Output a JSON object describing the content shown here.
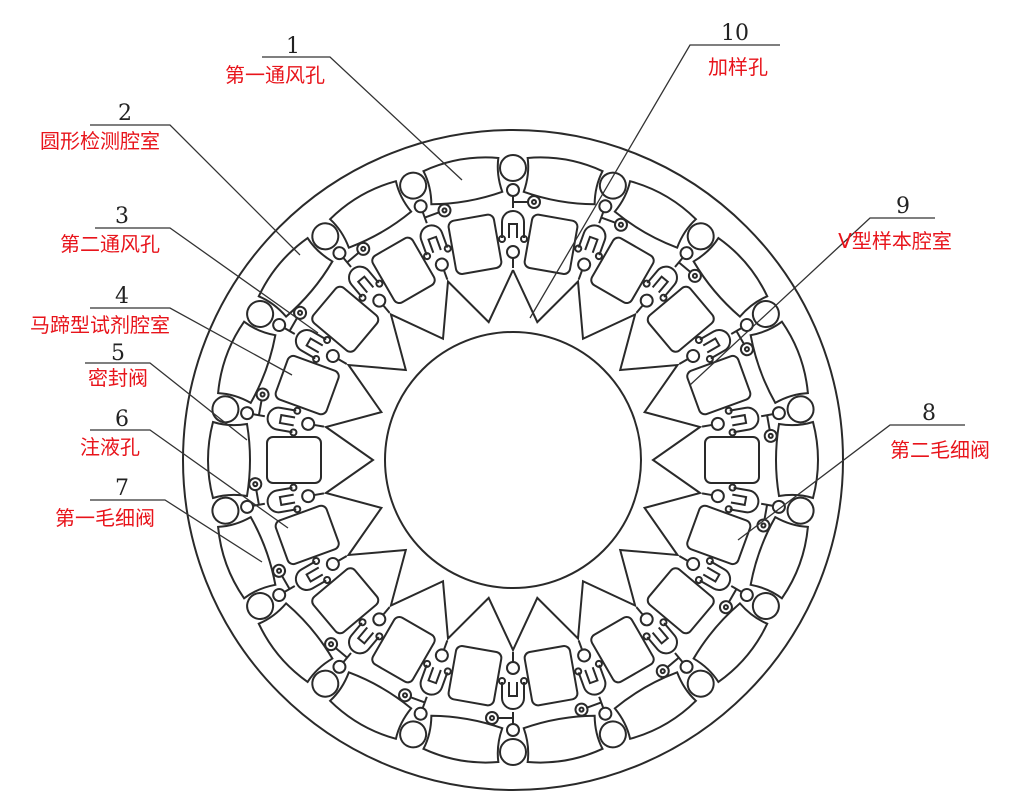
{
  "title": "Microfluidic disc schematic",
  "callouts": [
    {
      "number": "1",
      "label": "第一通风孔"
    },
    {
      "number": "2",
      "label": "圆形检测腔室"
    },
    {
      "number": "3",
      "label": "第二通风孔"
    },
    {
      "number": "4",
      "label": "马蹄型试剂腔室"
    },
    {
      "number": "5",
      "label": "密封阀"
    },
    {
      "number": "6",
      "label": "注液孔"
    },
    {
      "number": "7",
      "label": "第一毛细阀"
    },
    {
      "number": "8",
      "label": "第二毛细阀"
    },
    {
      "number": "9",
      "label": "V型样本腔室"
    },
    {
      "number": "10",
      "label": "加样孔"
    }
  ],
  "colors": {
    "label_text": "#e8141b",
    "line": "#2a2a2a"
  },
  "disc": {
    "unit_count": 18
  }
}
